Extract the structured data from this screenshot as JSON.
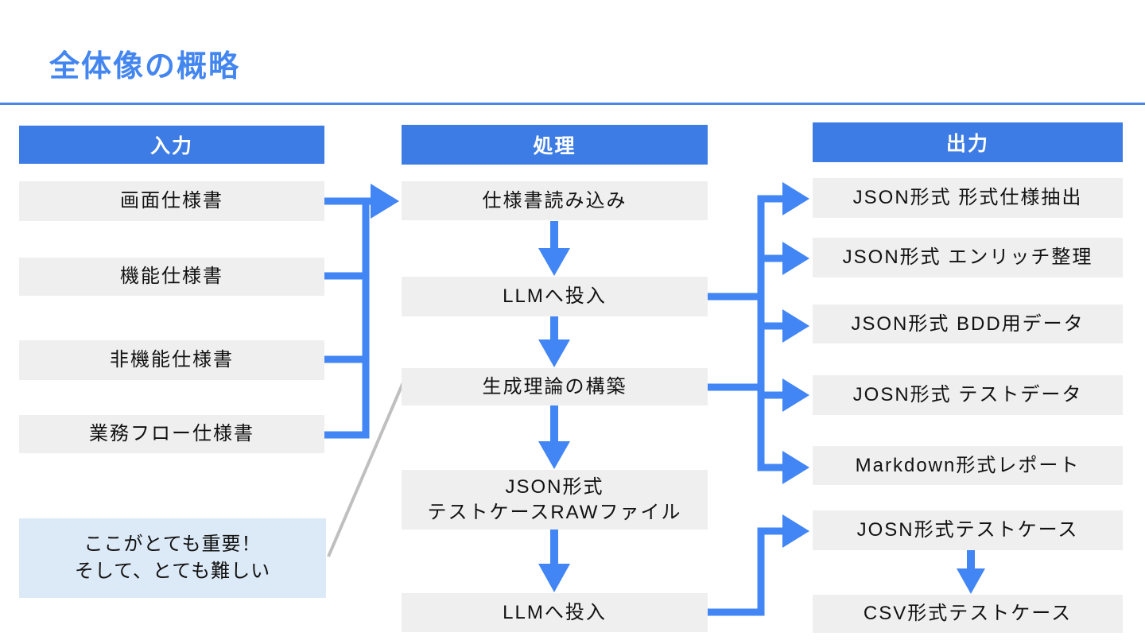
{
  "title": "全体像の概略",
  "colors": {
    "title_blue": "#4386F0",
    "header_blue": "#3D7CE4",
    "arrow_blue": "#4285F4",
    "box_gray": "#EFEFEF",
    "note_blue": "#DCE9F6",
    "line_gray": "#BFBFBF",
    "divider_blue": "#4A86E8",
    "text_color": "#111111"
  },
  "columns": {
    "input": {
      "header": "入力",
      "items": [
        "画面仕様書",
        "機能仕様書",
        "非機能仕様書",
        "業務フロー仕様書"
      ]
    },
    "process": {
      "header": "処理",
      "step1": "仕様書読み込み",
      "step2": "LLMへ投入",
      "step3": "生成理論の構築",
      "step4_line1": "JSON形式",
      "step4_line2": "テストケースRAWファイル",
      "step5": "LLMへ投入"
    },
    "output": {
      "header": "出力",
      "items": [
        "JSON形式 形式仕様抽出",
        "JSON形式 エンリッチ整理",
        "JSON形式 BDD用データ",
        "JOSN形式 テストデータ",
        "Markdown形式レポート",
        "JOSN形式テストケース",
        "CSV形式テストケース"
      ]
    }
  },
  "note": {
    "line1": "ここがとても重要！",
    "line2": "そして、とても難しい"
  }
}
